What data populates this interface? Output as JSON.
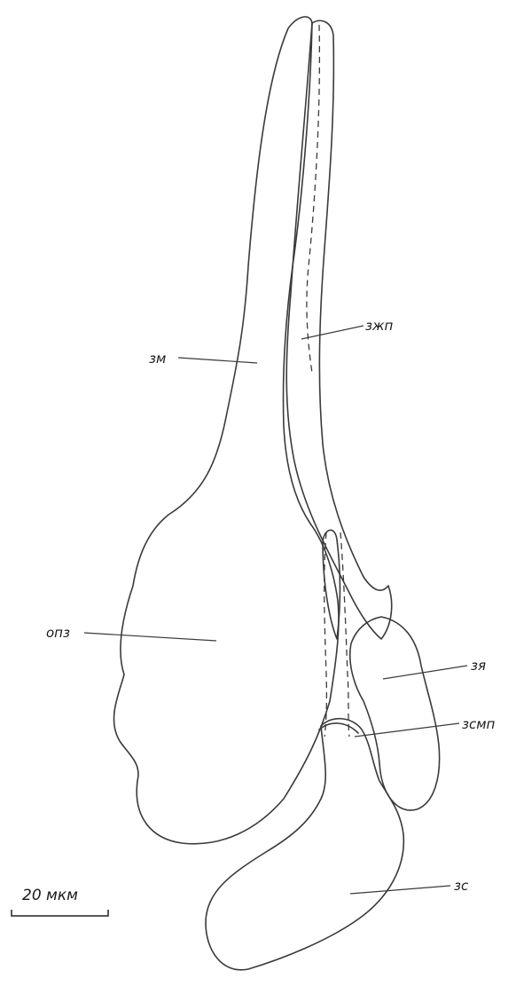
{
  "labels": {
    "zm": "зм",
    "zzhp": "зжп",
    "opz": "опз",
    "zya": "зя",
    "zsmp": "зсмп",
    "zs": "зс"
  },
  "scale_bar": {
    "label": "20 мкм"
  },
  "colors": {
    "outline": "#3a3a3a",
    "stipple": "#8a8a8a",
    "background": "#ffffff"
  }
}
